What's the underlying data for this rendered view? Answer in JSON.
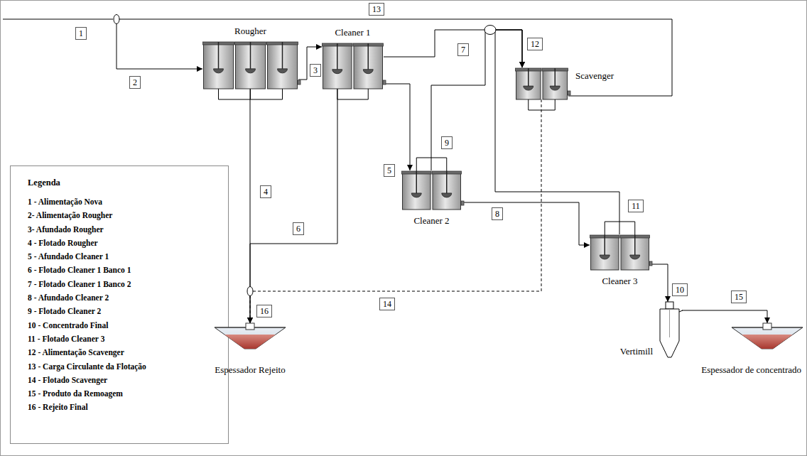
{
  "diagram": {
    "nodes": [
      {
        "text": [
          "Rougher"
        ]
      },
      {
        "text": [
          "Cleaner 1"
        ]
      },
      {
        "text": [
          "Scavenger"
        ]
      },
      {
        "text": [
          "Legenda",
          "1 - Alimentação Nova",
          "2- Alimentação Rougher",
          "3- Afundado Rougher",
          "4 - Flotado Rougher",
          "5 - Afundado Cleaner 1",
          "6 - Flotado Cleaner 1 Banco 1",
          "7 - Flotado Cleaner 1 Banco 2",
          "8 - Afundado Cleaner 2",
          "9 - Flotado Cleaner 2",
          "10 - Concentrado Final",
          "11 - Flotado Cleaner 3",
          "12 - Alimentação Scavenger",
          "13 - Carga Circulante da Flotação",
          "14 - Flotado Scavenger",
          "15 - Produto da Remoagem",
          "16 - Rejeito Final"
        ]
      },
      {
        "text": [
          "Cleaner 2"
        ]
      },
      {
        "text": [
          "Cleaner 3"
        ]
      },
      {
        "text": [
          "Vertimill"
        ]
      },
      {
        "text": [
          "Espessador Rejeito"
        ]
      },
      {
        "text": [
          "Espessador de concentrado"
        ]
      }
    ],
    "edges": [
      {
        "from": 2,
        "to": 0,
        "arrow": "to"
      },
      {
        "from": 0,
        "to": 1,
        "arrow": "to"
      },
      {
        "from": 0,
        "to": 7,
        "arrow": "to"
      },
      {
        "from": 1,
        "to": 7,
        "arrow": "to"
      },
      {
        "from": 1,
        "to": 2,
        "arrow": "to"
      },
      {
        "from": 1,
        "to": 4,
        "arrow": "to"
      },
      {
        "from": 4,
        "to": 2,
        "arrow": "to"
      },
      {
        "from": 4,
        "to": 5,
        "arrow": "to"
      },
      {
        "from": 5,
        "to": 2,
        "arrow": "to"
      },
      {
        "from": 5,
        "to": 6,
        "arrow": "to"
      },
      {
        "from": 6,
        "to": 8,
        "arrow": "to"
      },
      {
        "from": 2,
        "to": 7,
        "arrow": "to"
      }
    ],
    "labels": [
      "1",
      "2",
      "3",
      "4",
      "5",
      "6",
      "7",
      "8",
      "9",
      "10",
      "11",
      "12",
      "13",
      "14",
      "15",
      "16"
    ]
  }
}
